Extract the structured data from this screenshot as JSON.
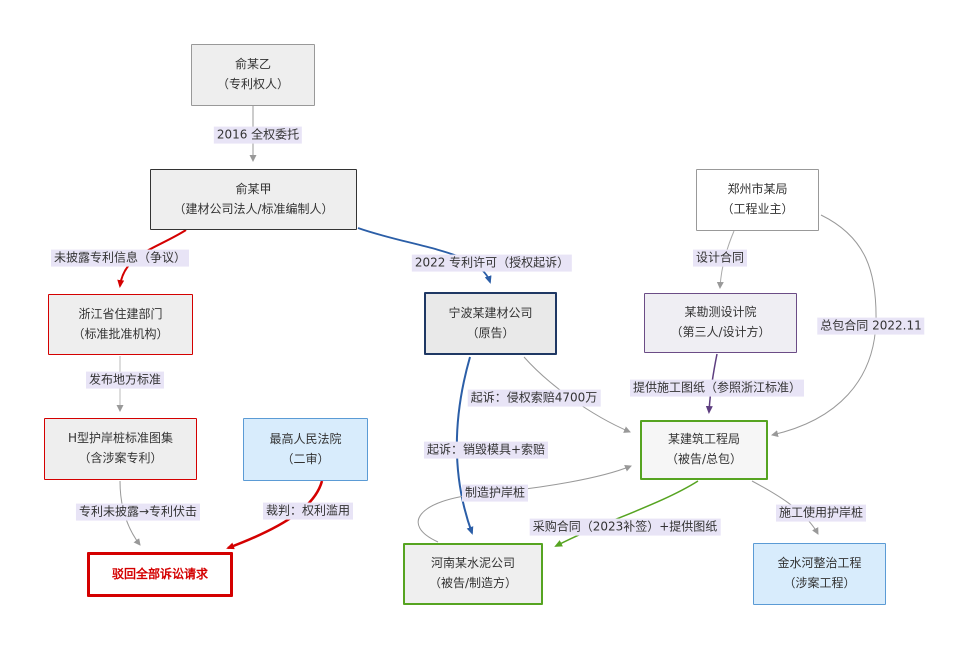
{
  "diagram": {
    "description": "patent-dispute-relationship-flowchart",
    "colors": {
      "red": "#d40000",
      "blue_line": "#2b5ea7",
      "navy_border": "#1f3864",
      "green": "#56a421",
      "purple": "#5e3e80",
      "gray_line": "#999999",
      "label_bg": "#e8e4f6",
      "lightblue_fill": "#d8ecfc",
      "node_fill": "#eeeeee"
    }
  },
  "nodes": {
    "yu_yi": {
      "line1": "俞某乙",
      "line2": "（专利权人）"
    },
    "yu_jia": {
      "line1": "俞某甲",
      "line2": "（建材公司法人/标准编制人）"
    },
    "zhejiang": {
      "line1": "浙江省住建部门",
      "line2": "（标准批准机构）"
    },
    "tuji": {
      "line1": "H型护岸桩标准图集",
      "line2": "（含涉案专利）"
    },
    "court": {
      "line1": "最高人民法院",
      "line2": "（二审）"
    },
    "bohui": {
      "line1": "驳回全部诉讼请求"
    },
    "ningbo": {
      "line1": "宁波某建材公司",
      "line2": "（原告）"
    },
    "zhengzhou": {
      "line1": "郑州市某局",
      "line2": "（工程业主）"
    },
    "sheji": {
      "line1": "某勘测设计院",
      "line2": "（第三人/设计方）"
    },
    "gongchengju": {
      "line1": "某建筑工程局",
      "line2": "（被告/总包）"
    },
    "henan": {
      "line1": "河南某水泥公司",
      "line2": "（被告/制造方）"
    },
    "jinshui": {
      "line1": "金水河整治工程",
      "line2": "（涉案工程）"
    }
  },
  "edges": {
    "weituo": {
      "label": "2016 全权委托"
    },
    "weipilu": {
      "label": "未披露专利信息（争议）"
    },
    "fabu": {
      "label": "发布地方标准"
    },
    "fuji": {
      "label": "专利未披露→专利伏击"
    },
    "caipan": {
      "label": "裁判：权利滥用"
    },
    "xuke": {
      "label": "2022 专利许可（授权起诉）"
    },
    "qisu_suopei": {
      "label": "起诉：侵权索赔4700万"
    },
    "qisu_xiaohui": {
      "label": "起诉：销毁模具+索赔"
    },
    "zhizao": {
      "label": "制造护岸桩"
    },
    "shejihetong": {
      "label": "设计合同"
    },
    "zongbao": {
      "label": "总包合同 2022.11"
    },
    "tigong_tuzhi": {
      "label": "提供施工图纸（参照浙江标准）"
    },
    "caigou": {
      "label": "采购合同（2023补签）+提供图纸"
    },
    "shigong": {
      "label": "施工使用护岸桩"
    }
  }
}
